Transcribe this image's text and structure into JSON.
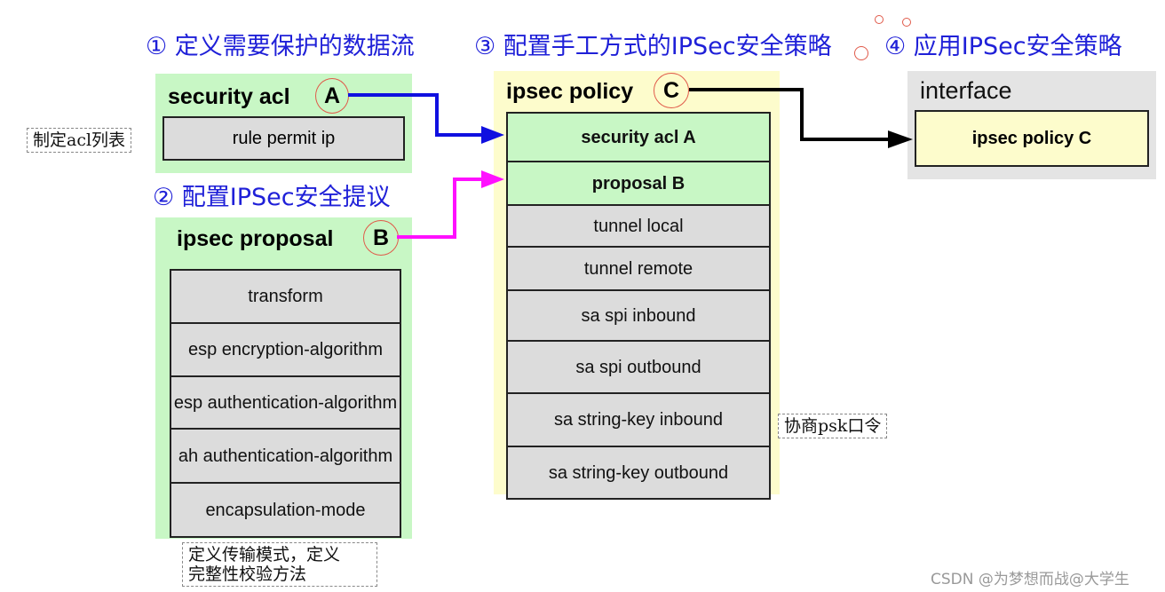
{
  "headings": {
    "h1": "① 定义需要保护的数据流",
    "h2": "② 配置IPSec安全提议",
    "h3": "③ 配置手工方式的IPSec安全策略",
    "h4": "④ 应用IPSec安全策略"
  },
  "acl": {
    "title": "security acl",
    "marker": "A",
    "rule": "rule permit ip",
    "note": "制定acl列表"
  },
  "proposal": {
    "title": "ipsec proposal",
    "marker": "B",
    "rows": [
      "transform",
      "esp encryption-algorithm",
      "esp authentication-algorithm",
      "ah authentication-algorithm",
      "encapsulation-mode"
    ],
    "note_line1": "定义传输模式，定义",
    "note_line2": "完整性校验方法"
  },
  "policy": {
    "title": "ipsec policy",
    "marker": "C",
    "rows": [
      "security acl A",
      "proposal B",
      "tunnel local",
      "tunnel remote",
      "sa spi inbound",
      "sa spi outbound",
      "sa string-key inbound",
      "sa string-key outbound"
    ],
    "note": "协商psk口令"
  },
  "interface": {
    "title": "interface",
    "policy_ref": "ipsec policy C"
  },
  "watermark": "CSDN @为梦想而战@大学生",
  "colors": {
    "heading": "#1f20d8",
    "green_panel": "#c8f7c5",
    "yellow_panel": "#fdfccc",
    "gray_panel": "#e4e4e4",
    "arrow_acl": "#1010e0",
    "arrow_proposal": "#ff10ff",
    "arrow_interface": "#000000"
  }
}
